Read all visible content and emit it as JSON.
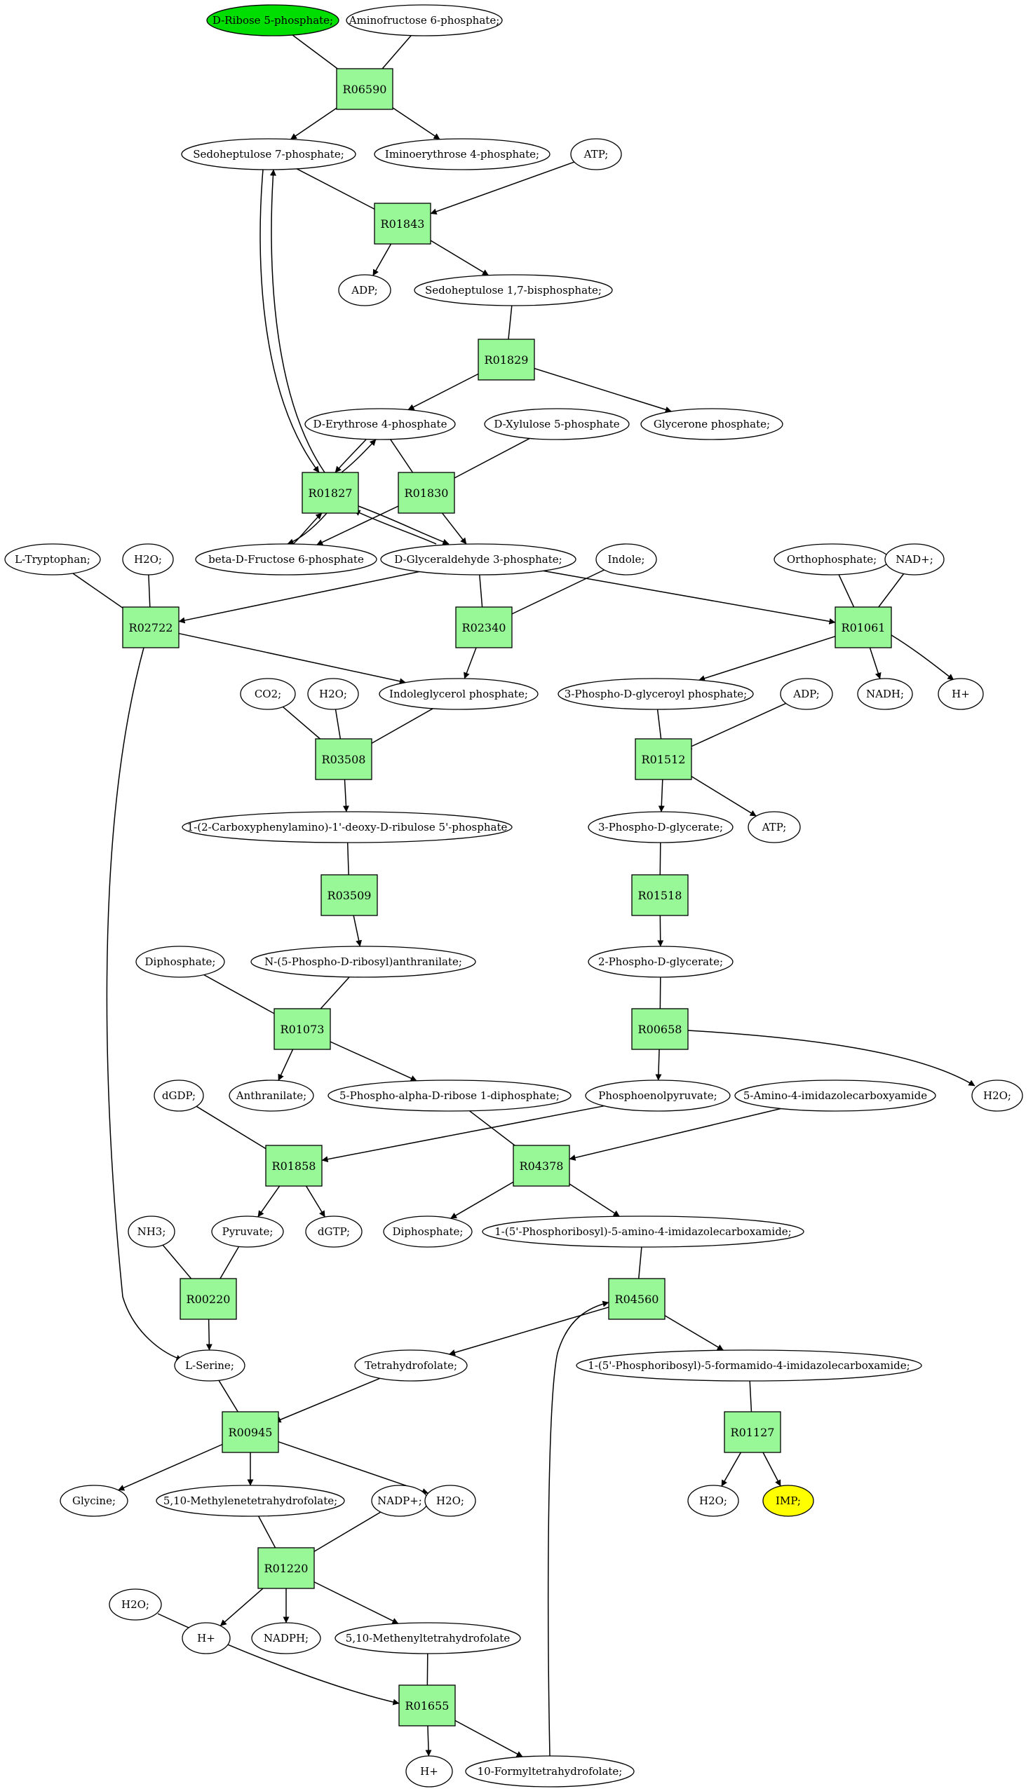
{
  "colors": {
    "reaction_fill": "#98f898",
    "start_fill": "#00dd00",
    "target_fill": "#ffff00",
    "compound_fill": "#ffffff",
    "stroke": "#000000"
  },
  "compounds": [
    {
      "id": "c_rib5p",
      "label": "D-Ribose 5-phosphate;",
      "role": "start"
    },
    {
      "id": "c_amf6p",
      "label": "Aminofructose 6-phosphate;"
    },
    {
      "id": "c_s7p",
      "label": "Sedoheptulose 7-phosphate;"
    },
    {
      "id": "c_ie4p",
      "label": "Iminoerythrose 4-phosphate;"
    },
    {
      "id": "c_atp1",
      "label": "ATP;"
    },
    {
      "id": "c_adp1",
      "label": "ADP;"
    },
    {
      "id": "c_s17bp",
      "label": "Sedoheptulose 1,7-bisphosphate;"
    },
    {
      "id": "c_e4p",
      "label": "D-Erythrose 4-phosphate"
    },
    {
      "id": "c_x5p",
      "label": "D-Xylulose 5-phosphate"
    },
    {
      "id": "c_gnp",
      "label": "Glycerone phosphate;"
    },
    {
      "id": "c_f6p",
      "label": "beta-D-Fructose 6-phosphate"
    },
    {
      "id": "c_g3p",
      "label": "D-Glyceraldehyde 3-phosphate;"
    },
    {
      "id": "c_trp",
      "label": "L-Tryptophan;"
    },
    {
      "id": "c_h2o1",
      "label": "H2O;"
    },
    {
      "id": "c_indole",
      "label": "Indole;"
    },
    {
      "id": "c_pi",
      "label": "Orthophosphate;"
    },
    {
      "id": "c_nad",
      "label": "NAD+;"
    },
    {
      "id": "c_igp",
      "label": "Indoleglycerol phosphate;"
    },
    {
      "id": "c_co2",
      "label": "CO2;"
    },
    {
      "id": "c_h2o2",
      "label": "H2O;"
    },
    {
      "id": "c_bpg",
      "label": "3-Phospho-D-glyceroyl phosphate;"
    },
    {
      "id": "c_adp2",
      "label": "ADP;"
    },
    {
      "id": "c_nadh",
      "label": "NADH;"
    },
    {
      "id": "c_h1",
      "label": "H+"
    },
    {
      "id": "c_cdrp",
      "label": "1-(2-Carboxyphenylamino)-1'-deoxy-D-ribulose 5'-phosphate"
    },
    {
      "id": "c_3pg",
      "label": "3-Phospho-D-glycerate;"
    },
    {
      "id": "c_atp2",
      "label": "ATP;"
    },
    {
      "id": "c_pran",
      "label": "N-(5-Phospho-D-ribosyl)anthranilate;"
    },
    {
      "id": "c_diph1",
      "label": "Diphosphate;"
    },
    {
      "id": "c_2pg",
      "label": "2-Phospho-D-glycerate;"
    },
    {
      "id": "c_anth",
      "label": "Anthranilate;"
    },
    {
      "id": "c_prpp",
      "label": "5-Phospho-alpha-D-ribose 1-diphosphate;"
    },
    {
      "id": "c_dgdp",
      "label": "dGDP;"
    },
    {
      "id": "c_pep",
      "label": "Phosphoenolpyruvate;"
    },
    {
      "id": "c_aica",
      "label": "5-Amino-4-imidazolecarboxyamide"
    },
    {
      "id": "c_h2o3",
      "label": "H2O;"
    },
    {
      "id": "c_nh3",
      "label": "NH3;"
    },
    {
      "id": "c_pyr",
      "label": "Pyruvate;"
    },
    {
      "id": "c_dgtp",
      "label": "dGTP;"
    },
    {
      "id": "c_diph2",
      "label": "Diphosphate;"
    },
    {
      "id": "c_aicar",
      "label": "1-(5'-Phosphoribosyl)-5-amino-4-imidazolecarboxamide;"
    },
    {
      "id": "c_ser",
      "label": "L-Serine;"
    },
    {
      "id": "c_thf",
      "label": "Tetrahydrofolate;"
    },
    {
      "id": "c_faicar",
      "label": "1-(5'-Phosphoribosyl)-5-formamido-4-imidazolecarboxamide;"
    },
    {
      "id": "c_gly",
      "label": "Glycine;"
    },
    {
      "id": "c_mlthf",
      "label": "5,10-Methylenetetrahydrofolate;"
    },
    {
      "id": "c_nadp",
      "label": "NADP+;"
    },
    {
      "id": "c_h2o4",
      "label": "H2O;"
    },
    {
      "id": "c_h2o5",
      "label": "H2O;"
    },
    {
      "id": "c_imp",
      "label": "IMP;",
      "role": "target"
    },
    {
      "id": "c_h2o6",
      "label": "H2O;"
    },
    {
      "id": "c_h2",
      "label": "H+"
    },
    {
      "id": "c_nadph",
      "label": "NADPH;"
    },
    {
      "id": "c_mthf",
      "label": "5,10-Methenyltetrahydrofolate"
    },
    {
      "id": "c_h3",
      "label": "H+"
    },
    {
      "id": "c_fthf",
      "label": "10-Formyltetrahydrofolate;"
    }
  ],
  "reactions": [
    {
      "id": "r_R06590",
      "label": "R06590"
    },
    {
      "id": "r_R01843",
      "label": "R01843"
    },
    {
      "id": "r_R01829",
      "label": "R01829"
    },
    {
      "id": "r_R01827",
      "label": "R01827"
    },
    {
      "id": "r_R01830",
      "label": "R01830"
    },
    {
      "id": "r_R02722",
      "label": "R02722"
    },
    {
      "id": "r_R02340",
      "label": "R02340"
    },
    {
      "id": "r_R01061",
      "label": "R01061"
    },
    {
      "id": "r_R03508",
      "label": "R03508"
    },
    {
      "id": "r_R01512",
      "label": "R01512"
    },
    {
      "id": "r_R03509",
      "label": "R03509"
    },
    {
      "id": "r_R01518",
      "label": "R01518"
    },
    {
      "id": "r_R01073",
      "label": "R01073"
    },
    {
      "id": "r_R00658",
      "label": "R00658"
    },
    {
      "id": "r_R01858",
      "label": "R01858"
    },
    {
      "id": "r_R04378",
      "label": "R04378"
    },
    {
      "id": "r_R00220",
      "label": "R00220"
    },
    {
      "id": "r_R04560",
      "label": "R04560"
    },
    {
      "id": "r_R00945",
      "label": "R00945"
    },
    {
      "id": "r_R01127",
      "label": "R01127"
    },
    {
      "id": "r_R01220",
      "label": "R01220"
    },
    {
      "id": "r_R01655",
      "label": "R01655"
    }
  ],
  "edges": [
    [
      "c_rib5p",
      "r_R06590"
    ],
    [
      "c_amf6p",
      "r_R06590"
    ],
    [
      "r_R06590",
      "c_s7p"
    ],
    [
      "r_R06590",
      "c_ie4p"
    ],
    [
      "c_s7p",
      "r_R01843"
    ],
    [
      "c_atp1",
      "r_R01843"
    ],
    [
      "r_R01843",
      "c_adp1"
    ],
    [
      "r_R01843",
      "c_s17bp"
    ],
    [
      "c_s17bp",
      "r_R01829"
    ],
    [
      "r_R01829",
      "c_e4p"
    ],
    [
      "r_R01829",
      "c_gnp"
    ],
    [
      "c_e4p",
      "r_R01830"
    ],
    [
      "c_x5p",
      "r_R01830"
    ],
    [
      "r_R01830",
      "c_f6p"
    ],
    [
      "r_R01830",
      "c_g3p"
    ],
    [
      "c_s7p",
      "r_R01827"
    ],
    [
      "r_R01827",
      "c_s7p"
    ],
    [
      "c_e4p",
      "r_R01827"
    ],
    [
      "r_R01827",
      "c_e4p"
    ],
    [
      "c_f6p",
      "r_R01827"
    ],
    [
      "r_R01827",
      "c_f6p"
    ],
    [
      "c_g3p",
      "r_R01827"
    ],
    [
      "r_R01827",
      "c_g3p"
    ],
    [
      "c_trp",
      "r_R02722"
    ],
    [
      "c_h2o1",
      "r_R02722"
    ],
    [
      "c_g3p",
      "r_R02722"
    ],
    [
      "r_R02722",
      "c_igp"
    ],
    [
      "r_R02722",
      "c_ser"
    ],
    [
      "c_g3p",
      "r_R02340"
    ],
    [
      "c_indole",
      "r_R02340"
    ],
    [
      "r_R02340",
      "c_igp"
    ],
    [
      "c_g3p",
      "r_R01061"
    ],
    [
      "c_pi",
      "r_R01061"
    ],
    [
      "c_nad",
      "r_R01061"
    ],
    [
      "r_R01061",
      "c_bpg"
    ],
    [
      "r_R01061",
      "c_nadh"
    ],
    [
      "r_R01061",
      "c_h1"
    ],
    [
      "c_igp",
      "r_R03508"
    ],
    [
      "c_co2",
      "r_R03508"
    ],
    [
      "c_h2o2",
      "r_R03508"
    ],
    [
      "r_R03508",
      "c_cdrp"
    ],
    [
      "c_bpg",
      "r_R01512"
    ],
    [
      "c_adp2",
      "r_R01512"
    ],
    [
      "r_R01512",
      "c_3pg"
    ],
    [
      "r_R01512",
      "c_atp2"
    ],
    [
      "c_cdrp",
      "r_R03509"
    ],
    [
      "r_R03509",
      "c_pran"
    ],
    [
      "c_3pg",
      "r_R01518"
    ],
    [
      "r_R01518",
      "c_2pg"
    ],
    [
      "c_pran",
      "r_R01073"
    ],
    [
      "c_diph1",
      "r_R01073"
    ],
    [
      "r_R01073",
      "c_anth"
    ],
    [
      "r_R01073",
      "c_prpp"
    ],
    [
      "c_2pg",
      "r_R00658"
    ],
    [
      "r_R00658",
      "c_pep"
    ],
    [
      "r_R00658",
      "c_h2o3"
    ],
    [
      "c_dgdp",
      "r_R01858"
    ],
    [
      "c_pep",
      "r_R01858"
    ],
    [
      "r_R01858",
      "c_pyr"
    ],
    [
      "r_R01858",
      "c_dgtp"
    ],
    [
      "c_prpp",
      "r_R04378"
    ],
    [
      "c_aica",
      "r_R04378"
    ],
    [
      "r_R04378",
      "c_diph2"
    ],
    [
      "r_R04378",
      "c_aicar"
    ],
    [
      "c_nh3",
      "r_R00220"
    ],
    [
      "c_pyr",
      "r_R00220"
    ],
    [
      "r_R00220",
      "c_ser"
    ],
    [
      "c_aicar",
      "r_R04560"
    ],
    [
      "c_fthf",
      "r_R04560"
    ],
    [
      "r_R04560",
      "c_thf"
    ],
    [
      "r_R04560",
      "c_faicar"
    ],
    [
      "c_ser",
      "r_R00945"
    ],
    [
      "c_thf",
      "r_R00945"
    ],
    [
      "r_R00945",
      "c_gly"
    ],
    [
      "r_R00945",
      "c_mlthf"
    ],
    [
      "r_R00945",
      "c_h2o4"
    ],
    [
      "c_faicar",
      "r_R01127"
    ],
    [
      "r_R01127",
      "c_h2o5"
    ],
    [
      "r_R01127",
      "c_imp"
    ],
    [
      "c_mlthf",
      "r_R01220"
    ],
    [
      "c_nadp",
      "r_R01220"
    ],
    [
      "r_R01220",
      "c_h2"
    ],
    [
      "r_R01220",
      "c_nadph"
    ],
    [
      "r_R01220",
      "c_mthf"
    ],
    [
      "c_mthf",
      "r_R01655"
    ],
    [
      "c_h2o6",
      "r_R01655"
    ],
    [
      "r_R01655",
      "c_h3"
    ],
    [
      "r_R01655",
      "c_fthf"
    ]
  ]
}
